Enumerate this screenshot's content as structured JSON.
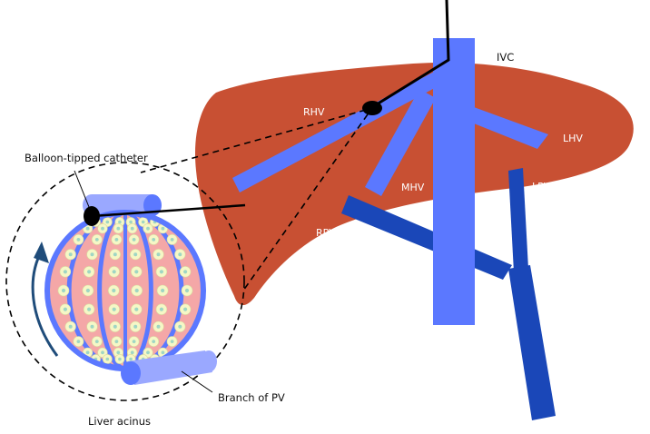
{
  "labels": {
    "ivc": "IVC",
    "rhv": "RHV",
    "mhv": "MHV",
    "lhv": "LHV",
    "lpv": "LPV",
    "rpv": "RPV",
    "balloon_catheter": "Balloon-tipped catheter",
    "branch_pv": "Branch of PV",
    "liver_acinus": "Liver acinus"
  },
  "colors": {
    "liver": "#c85033",
    "hepatic_vein": "#5b78ff",
    "portal_vein": "#1a47b8",
    "acinus_fill": "#f4a7a7",
    "acinus_stroke": "#5b78ff",
    "hepatocyte": "#f6f7c6",
    "catheter": "#000000",
    "rotation_arrow": "#1f4c7a",
    "vessel_light": "#9aa8ff"
  }
}
